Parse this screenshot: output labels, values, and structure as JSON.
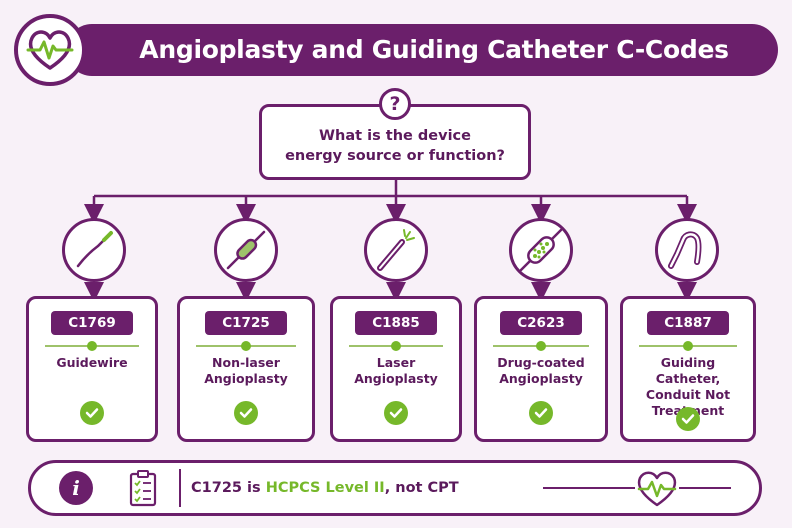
{
  "title": "Angioplasty and Guiding Catheter C-Codes",
  "question": {
    "mark": "?",
    "line1": "What is the device",
    "line2": "energy source or function?"
  },
  "cards": [
    {
      "code": "C1769",
      "line1": "Guidewire",
      "line2": "",
      "line3": "",
      "icon": "guidewire-icon"
    },
    {
      "code": "C1725",
      "line1": "Non-laser",
      "line2": "Angioplasty",
      "line3": "",
      "icon": "balloon-catheter-icon"
    },
    {
      "code": "C1885",
      "line1": "Laser",
      "line2": "Angioplasty",
      "line3": "",
      "icon": "laser-catheter-icon"
    },
    {
      "code": "C2623",
      "line1": "Drug-coated",
      "line2": "Angioplasty",
      "line3": "",
      "icon": "drug-coated-balloon-icon"
    },
    {
      "code": "C1887",
      "line1": "Guiding Catheter,",
      "line2": "Conduit Not",
      "line3": "Treatment",
      "icon": "guiding-catheter-icon"
    }
  ],
  "footer": {
    "info_mark": "i",
    "text_before": "C1725 is ",
    "text_highlight": "HCPCS Level II",
    "text_after": ", not CPT"
  },
  "colors": {
    "primary": "#6b1f6b",
    "accent_green": "#76b82a",
    "background": "#f8f1f8"
  }
}
